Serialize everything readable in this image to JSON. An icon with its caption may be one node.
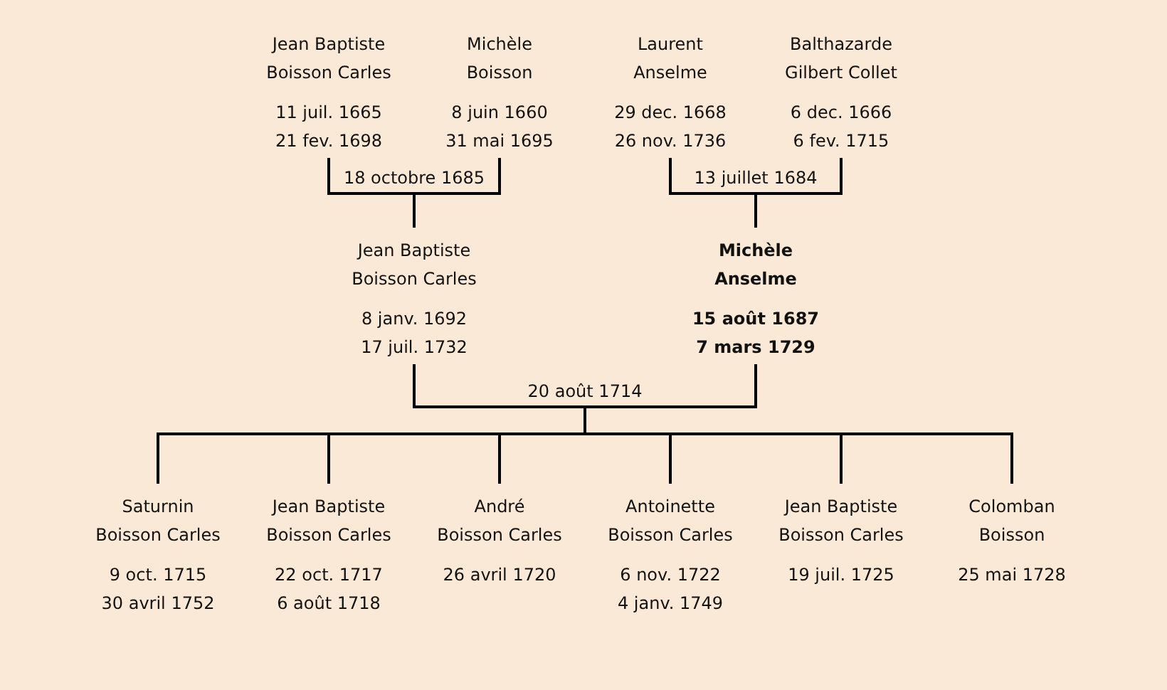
{
  "diagram": {
    "nodes": [
      {
        "text": [
          "Jean Baptiste",
          "Boisson Carles",
          "11 juil. 1665",
          "21 fev. 1698"
        ]
      },
      {
        "text": [
          "Michèle",
          "Boisson",
          "8 juin 1660",
          "31 mai 1695"
        ]
      },
      {
        "text": [
          "Laurent",
          "Anselme",
          "29 dec. 1668",
          "26 nov. 1736"
        ]
      },
      {
        "text": [
          "Balthazarde",
          "Gilbert Collet",
          "6 dec. 1666",
          "6 fev. 1715"
        ]
      },
      {
        "text": [
          "Jean Baptiste",
          "Boisson Carles",
          "8 janv. 1692",
          "17 juil. 1732"
        ]
      },
      {
        "text": [
          "Michèle",
          "Anselme",
          "15 août 1687",
          "7 mars 1729"
        ]
      },
      {
        "text": [
          "Saturnin",
          "Boisson Carles",
          "9 oct. 1715",
          "30 avril 1752"
        ]
      },
      {
        "text": [
          "Jean Baptiste",
          "Boisson Carles",
          "22 oct. 1717",
          "6 août 1718"
        ]
      },
      {
        "text": [
          "André",
          "Boisson Carles",
          "26 avril 1720"
        ]
      },
      {
        "text": [
          "Antoinette",
          "Boisson Carles",
          "6 nov. 1722",
          "4 janv. 1749"
        ]
      },
      {
        "text": [
          "Jean Baptiste",
          "Boisson Carles",
          "19 juil. 1725"
        ]
      },
      {
        "text": [
          "Colomban",
          "Boisson",
          "25 mai 1728"
        ]
      }
    ],
    "edges": [
      {
        "from": 0,
        "to": 1,
        "arrow": "none",
        "label": "18 octobre 1685"
      },
      {
        "from": 0,
        "to": 4,
        "arrow": "none"
      },
      {
        "from": 1,
        "to": 4,
        "arrow": "none"
      },
      {
        "from": 2,
        "to": 3,
        "arrow": "none",
        "label": "13 juillet 1684"
      },
      {
        "from": 2,
        "to": 5,
        "arrow": "none"
      },
      {
        "from": 3,
        "to": 5,
        "arrow": "none"
      },
      {
        "from": 4,
        "to": 5,
        "arrow": "none",
        "label": "20 août 1714"
      },
      {
        "from": 4,
        "to": 6,
        "arrow": "none"
      },
      {
        "from": 4,
        "to": 7,
        "arrow": "none"
      },
      {
        "from": 4,
        "to": 8,
        "arrow": "none"
      },
      {
        "from": 4,
        "to": 9,
        "arrow": "none"
      },
      {
        "from": 4,
        "to": 10,
        "arrow": "none"
      },
      {
        "from": 4,
        "to": 11,
        "arrow": "none"
      },
      {
        "from": 5,
        "to": 6,
        "arrow": "none"
      },
      {
        "from": 5,
        "to": 7,
        "arrow": "none"
      },
      {
        "from": 5,
        "to": 8,
        "arrow": "none"
      },
      {
        "from": 5,
        "to": 9,
        "arrow": "none"
      },
      {
        "from": 5,
        "to": 10,
        "arrow": "none"
      },
      {
        "from": 5,
        "to": 11,
        "arrow": "none"
      }
    ]
  }
}
